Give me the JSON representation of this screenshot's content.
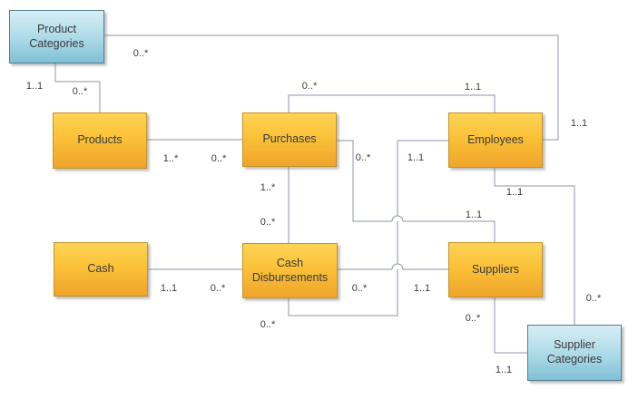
{
  "diagram": {
    "kind": "entity-relationship-diagram",
    "background": "#ffffff"
  },
  "colors": {
    "line": "#8d96a6",
    "label_text": "#3c3c3c",
    "entity_text": "#3a3a3a",
    "orange_top": "#fdd355",
    "orange_bottom": "#efa42b",
    "orange_border": "#c3932b",
    "blue_top": "#d7eef5",
    "blue_bottom": "#7fc0d6",
    "blue_border": "#54808f"
  },
  "entities": {
    "product_categories": {
      "label": "Product Categories",
      "style": "blue"
    },
    "products": {
      "label": "Products",
      "style": "orange"
    },
    "purchases": {
      "label": "Purchases",
      "style": "orange"
    },
    "employees": {
      "label": "Employees",
      "style": "orange"
    },
    "cash": {
      "label": "Cash",
      "style": "orange"
    },
    "cash_disbursements": {
      "label": "Cash Disbursements",
      "style": "orange"
    },
    "suppliers": {
      "label": "Suppliers",
      "style": "orange"
    },
    "supplier_categories": {
      "label": "Supplier Categories",
      "style": "blue"
    }
  },
  "relationships": {
    "product_categories__products": {
      "from": "product_categories",
      "to": "products",
      "from_card": "1..1",
      "to_card": "0..*"
    },
    "product_categories__employees": {
      "from": "product_categories",
      "to": "employees",
      "from_card": "0..*",
      "to_card": "1..1"
    },
    "products__purchases": {
      "from": "products",
      "to": "purchases",
      "from_card": "1..*",
      "to_card": "0..*"
    },
    "purchases__employees": {
      "from": "purchases",
      "to": "employees",
      "from_card": "0..*",
      "to_card": "1..1"
    },
    "purchases__cash_disbursements": {
      "from": "purchases",
      "to": "cash_disbursements",
      "from_card": "1..*",
      "to_card": "0..*"
    },
    "purchases__suppliers": {
      "from": "purchases",
      "to": "suppliers",
      "from_card": "0..*",
      "to_card": "1..1"
    },
    "cash__cash_disbursements": {
      "from": "cash",
      "to": "cash_disbursements",
      "from_card": "1..1",
      "to_card": "0..*"
    },
    "cash_disbursements__employees": {
      "from": "cash_disbursements",
      "to": "employees",
      "from_card": "0..*",
      "to_card": "1..1"
    },
    "cash_disbursements__suppliers": {
      "from": "cash_disbursements",
      "to": "suppliers",
      "from_card": "0..*",
      "to_card": "1..1"
    },
    "employees__supplier_categories": {
      "from": "employees",
      "to": "supplier_categories",
      "from_card": "1..1",
      "to_card": "0..*"
    },
    "suppliers__supplier_categories": {
      "from": "suppliers",
      "to": "supplier_categories",
      "from_card": "0..*",
      "to_card": "1..1"
    }
  }
}
